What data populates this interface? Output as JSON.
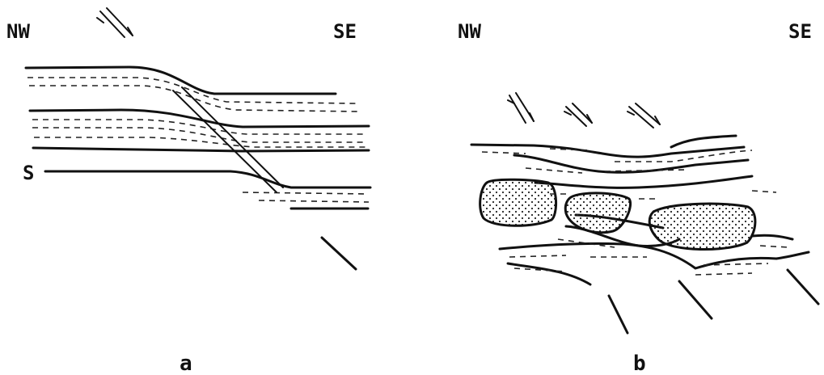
{
  "panel_a": {
    "label_nw": "NW",
    "label_se": "SE",
    "label_s": "S",
    "caption": "a"
  },
  "panel_b": {
    "label_nw": "NW",
    "label_se": "SE",
    "caption": "b"
  }
}
